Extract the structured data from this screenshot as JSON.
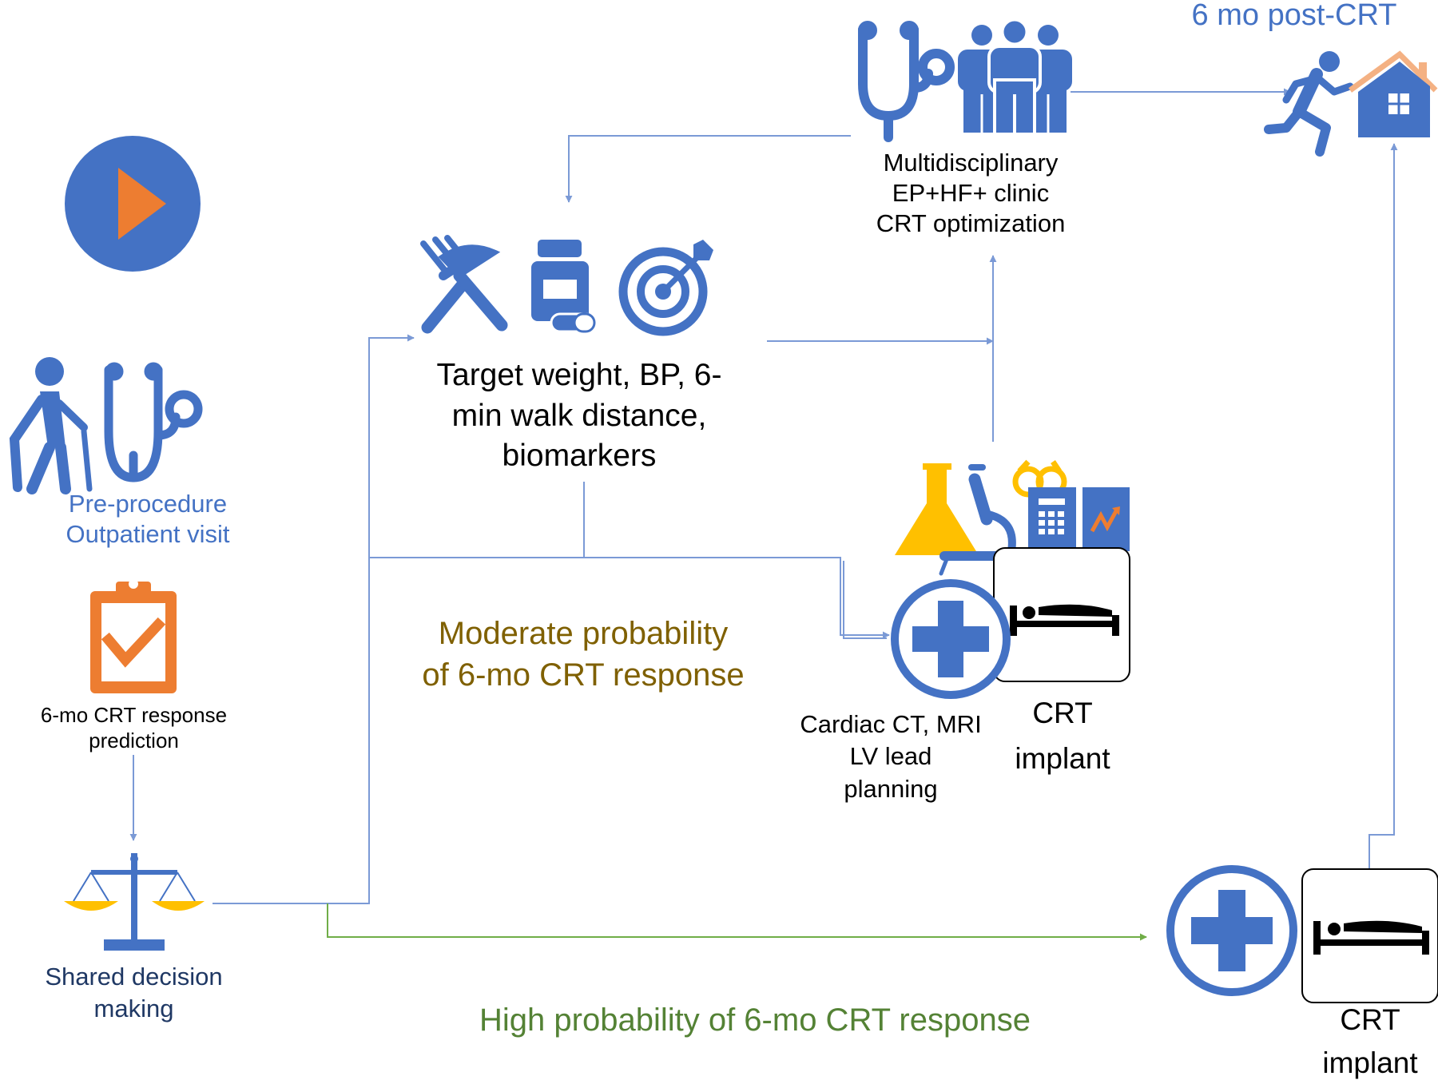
{
  "labels": {
    "post_crt": "6 mo post-CRT",
    "mdt": "Multidisciplinary\nEP+HF+  clinic\nCRT optimization",
    "pre_visit": "Pre-procedure\nOutpatient visit",
    "targets": "Target weight, BP, 6-\nmin walk distance,\nbiomarkers",
    "prediction": "6-mo CRT response\nprediction",
    "shared_decision": "Shared decision\nmaking",
    "moderate": "Moderate probability\nof 6-mo CRT response",
    "imaging": "Cardiac CT, MRI\nLV lead\nplanning",
    "crt_implant_1": "CRT\nimplant",
    "high": "High probability of 6-mo CRT response",
    "crt_implant_2": "CRT\nimplant"
  },
  "colors": {
    "primary_blue": "#4472c4",
    "arrow_blue": "#7b9ad6",
    "orange": "#ed7d31",
    "gold": "#ffc000",
    "moderate_text": "#7f6000",
    "high_text": "#548235",
    "high_arrow": "#70ad47",
    "house_roof": "#f4b183"
  },
  "icons": [
    "play-button-icon",
    "elderly-patient-icon",
    "stethoscope-icon",
    "clipboard-check-icon",
    "scales-icon",
    "fork-knife-icon",
    "pill-bottle-icon",
    "target-icon",
    "team-icon",
    "runner-icon",
    "house-icon",
    "flask-icon",
    "microscope-icon",
    "glasses-icon",
    "calculator-doc-icon",
    "chart-doc-icon",
    "hospital-cross-icon",
    "hospital-bed-icon"
  ]
}
